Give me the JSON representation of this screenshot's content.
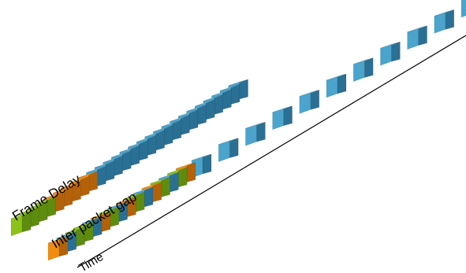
{
  "labels": {
    "frame_delay": "Frame Delay",
    "inter_packet_gap": "Inter packet gap",
    "time": "Time"
  },
  "colors": {
    "green": {
      "front": "#8cc21a",
      "side": "#5e8c0e",
      "top": "#b6e05a"
    },
    "orange": {
      "front": "#f08c10",
      "side": "#b4620a",
      "top": "#f7b552"
    },
    "blue": {
      "front": "#4aa4cc",
      "side": "#2a6f94",
      "top": "#84c6e4"
    }
  },
  "rows": {
    "frame_row": [
      "green",
      "green",
      "green",
      "green",
      "orange",
      "orange",
      "orange",
      "orange",
      "orange",
      "blue",
      "blue",
      "blue",
      "blue",
      "blue",
      "blue",
      "blue",
      "blue",
      "blue",
      "blue",
      "blue",
      "blue",
      "blue",
      "blue",
      "blue",
      "blue",
      "blue",
      "blue"
    ],
    "gap_row": [
      "orange",
      "blue",
      "green",
      "green",
      "blue",
      "orange",
      "green",
      "blue",
      "orange",
      "green",
      "blue",
      "orange",
      "green",
      "blue",
      "green",
      "orange",
      "blue",
      "blue",
      "blue",
      "blue",
      "blue",
      "blue",
      "blue",
      "blue",
      "blue",
      "blue",
      "blue",
      "blue"
    ]
  }
}
